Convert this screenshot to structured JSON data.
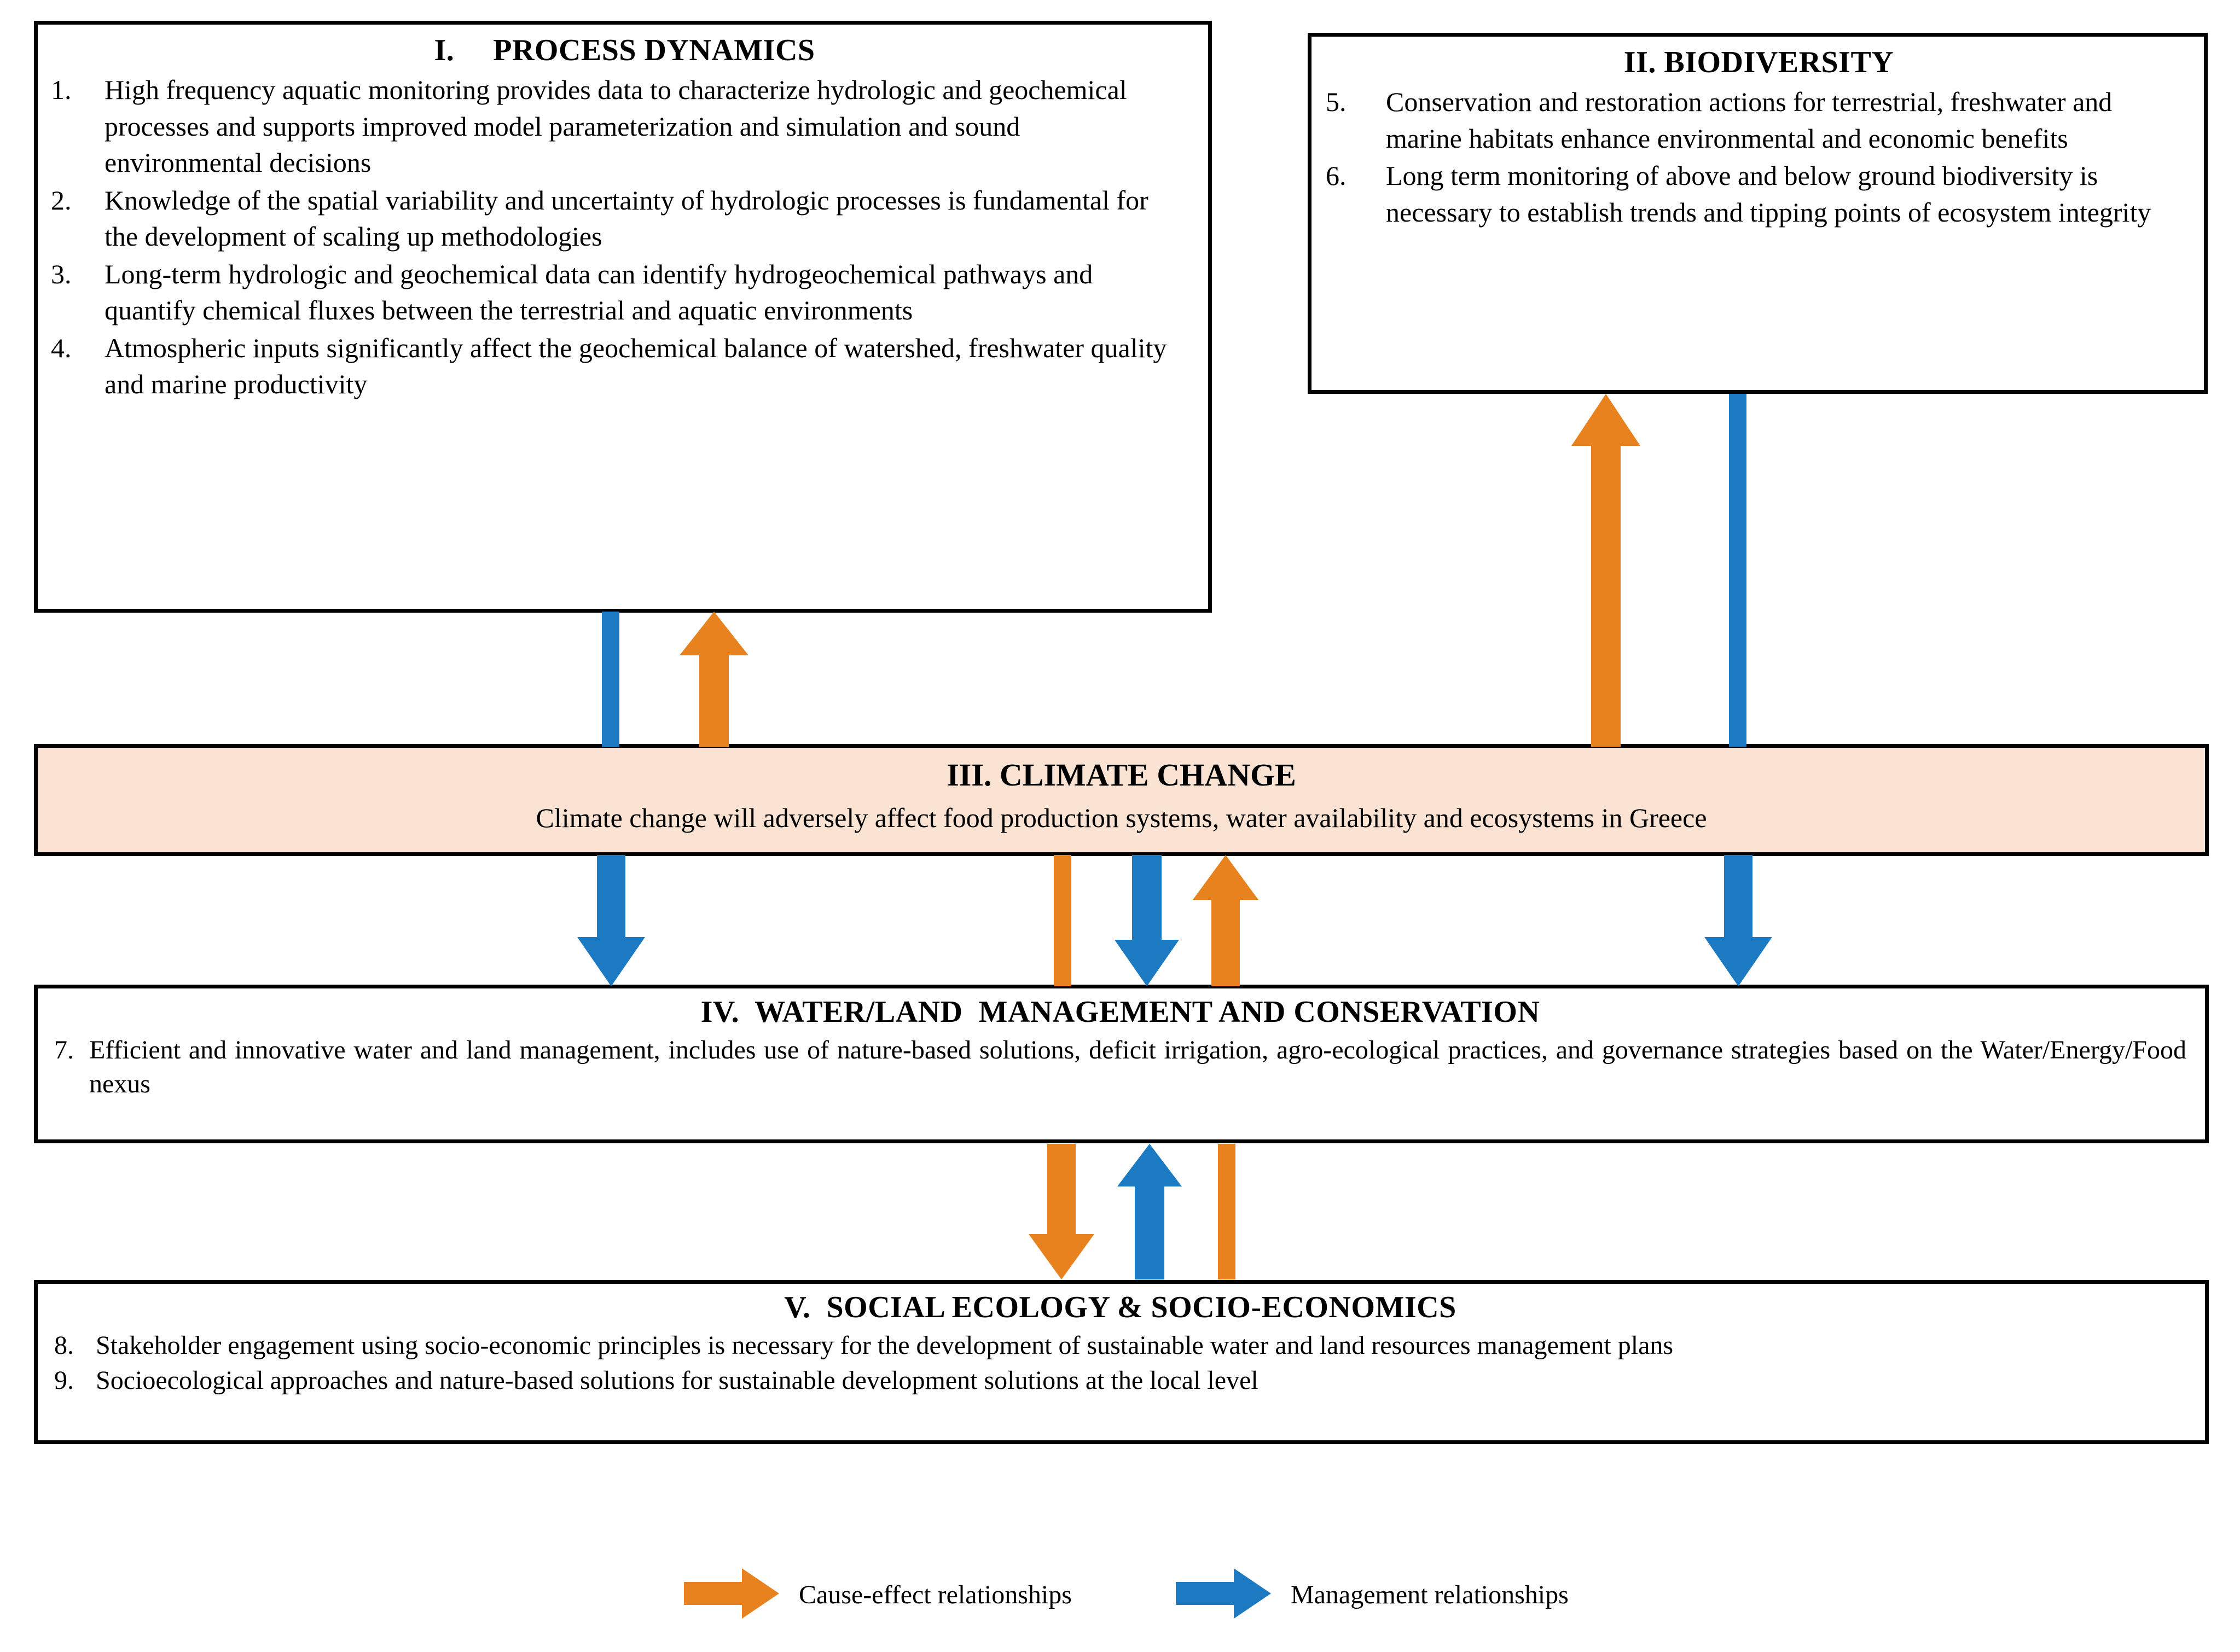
{
  "diagram": {
    "colors": {
      "cause_effect_orange": "#E8821E",
      "management_blue": "#1B7AC2",
      "climate_box_fill": "#FAE3D2",
      "border": "#000000"
    },
    "boxes": [
      {
        "id": "process-dynamics",
        "title": "I.  PROCESS DYNAMICS",
        "items": [
          {
            "num": "1.",
            "text": "High frequency aquatic monitoring provides data to characterize hydrologic and geochemical processes and supports improved model parameterization and simulation and sound environmental decisions"
          },
          {
            "num": "2.",
            "text": "Knowledge of the spatial variability and uncertainty of hydrologic processes is fundamental for the development of scaling up methodologies"
          },
          {
            "num": "3.",
            "text": "Long-term hydrologic and geochemical data can identify hydrogeochemical pathways and quantify chemical fluxes between the terrestrial and aquatic environments"
          },
          {
            "num": "4.",
            "text": "Atmospheric inputs significantly affect the geochemical balance of watershed, freshwater quality and marine productivity"
          }
        ]
      },
      {
        "id": "biodiversity",
        "title": "II. BIODIVERSITY",
        "items": [
          {
            "num": "5.",
            "text": "Conservation and restoration actions for terrestrial, freshwater and marine habitats enhance environmental and economic benefits"
          },
          {
            "num": "6.",
            "text": "Long term monitoring of above and below ground biodiversity is necessary to establish trends and tipping points of ecosystem integrity"
          }
        ]
      },
      {
        "id": "climate-change",
        "title": "III. CLIMATE CHANGE",
        "subtitle": "Climate change will adversely affect food production systems, water availability  and ecosystems in Greece",
        "items": []
      },
      {
        "id": "water-land-management",
        "title": "IV.  WATER/LAND  MANAGEMENT AND CONSERVATION",
        "items": [
          {
            "num": "7.",
            "text": "Efficient and innovative water and land management, includes use of nature-based solutions, deficit irrigation, agro-ecological practices, and governance strategies based on the Water/Energy/Food nexus"
          }
        ]
      },
      {
        "id": "social-ecology",
        "title": "V.  SOCIAL ECOLOGY & SOCIO-ECONOMICS",
        "items": [
          {
            "num": "8.",
            "text": "Stakeholder engagement using socio-economic principles is necessary for the development of sustainable water and land resources management plans"
          },
          {
            "num": "9.",
            "text": "Socioecological approaches and nature-based solutions for sustainable development solutions at the local level"
          }
        ]
      }
    ],
    "connectors": [
      {
        "name": "process-to-climate-management",
        "color": "management_blue",
        "direction": "none",
        "from": "process-dynamics",
        "to": "climate-change"
      },
      {
        "name": "climate-to-process-cause-effect",
        "color": "cause_effect_orange",
        "direction": "up",
        "from": "climate-change",
        "to": "process-dynamics"
      },
      {
        "name": "climate-to-biodiversity-cause-effect",
        "color": "cause_effect_orange",
        "direction": "up",
        "from": "climate-change",
        "to": "biodiversity"
      },
      {
        "name": "biodiversity-to-climate-management",
        "color": "management_blue",
        "direction": "none",
        "from": "biodiversity",
        "to": "climate-change"
      },
      {
        "name": "climate-to-waterland-management-left",
        "color": "management_blue",
        "direction": "down",
        "from": "climate-change",
        "to": "water-land-management"
      },
      {
        "name": "climate-to-waterland-management-right",
        "color": "management_blue",
        "direction": "down",
        "from": "climate-change",
        "to": "water-land-management"
      },
      {
        "name": "climate-to-waterland-cause-effect",
        "color": "cause_effect_orange",
        "direction": "none",
        "from": "climate-change",
        "to": "water-land-management"
      },
      {
        "name": "climate-to-waterland-management-center",
        "color": "management_blue",
        "direction": "down",
        "from": "climate-change",
        "to": "water-land-management"
      },
      {
        "name": "waterland-to-climate-cause-effect",
        "color": "cause_effect_orange",
        "direction": "up",
        "from": "water-land-management",
        "to": "climate-change"
      },
      {
        "name": "waterland-to-social-cause-effect",
        "color": "cause_effect_orange",
        "direction": "down",
        "from": "water-land-management",
        "to": "social-ecology"
      },
      {
        "name": "social-to-waterland-management",
        "color": "management_blue",
        "direction": "up",
        "from": "social-ecology",
        "to": "water-land-management"
      },
      {
        "name": "social-to-climate-cause-effect",
        "color": "cause_effect_orange",
        "direction": "none",
        "from": "social-ecology",
        "to": "climate-change"
      }
    ],
    "legend": {
      "items": [
        {
          "name": "cause-effect",
          "label": "Cause-effect relationships",
          "color": "#E8821E"
        },
        {
          "name": "management",
          "label": "Management relationships",
          "color": "#1B7AC2"
        }
      ]
    }
  }
}
